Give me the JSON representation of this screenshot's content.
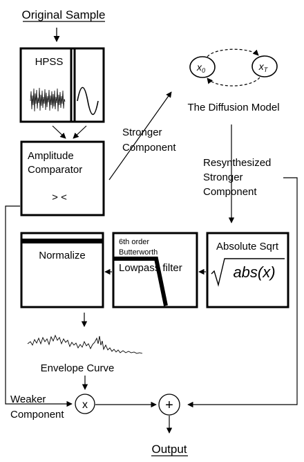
{
  "labels": {
    "original_sample": "Original Sample",
    "hpss": "HPSS",
    "amplitude_comparator_line1": "Amplitude",
    "amplitude_comparator_line2": "Comparator",
    "comparator_symbol": "> <",
    "stronger_component_line1": "Stronger",
    "stronger_component_line2": "Component",
    "diffusion_model": "The Diffusion Model",
    "x0": "x",
    "x0_sub": "0",
    "xT": "x",
    "xT_sub": "T",
    "resynth_line1": "Resynthesized",
    "resynth_line2": "Stronger",
    "resynth_line3": "Component",
    "normalize": "Normalize",
    "butterworth_line1": "6th order",
    "butterworth_line2": "Butterworth",
    "lowpass_filter": "Lowpass filter",
    "absolute_sqrt": "Absolute Sqrt",
    "abs_formula": "abs(x)",
    "envelope_curve": "Envelope Curve",
    "weaker_line1": "Weaker",
    "weaker_line2": "Component",
    "multiply_symbol": "x",
    "add_symbol": "+",
    "output": "Output"
  },
  "colors": {
    "stroke": "#000000",
    "background": "#ffffff"
  }
}
